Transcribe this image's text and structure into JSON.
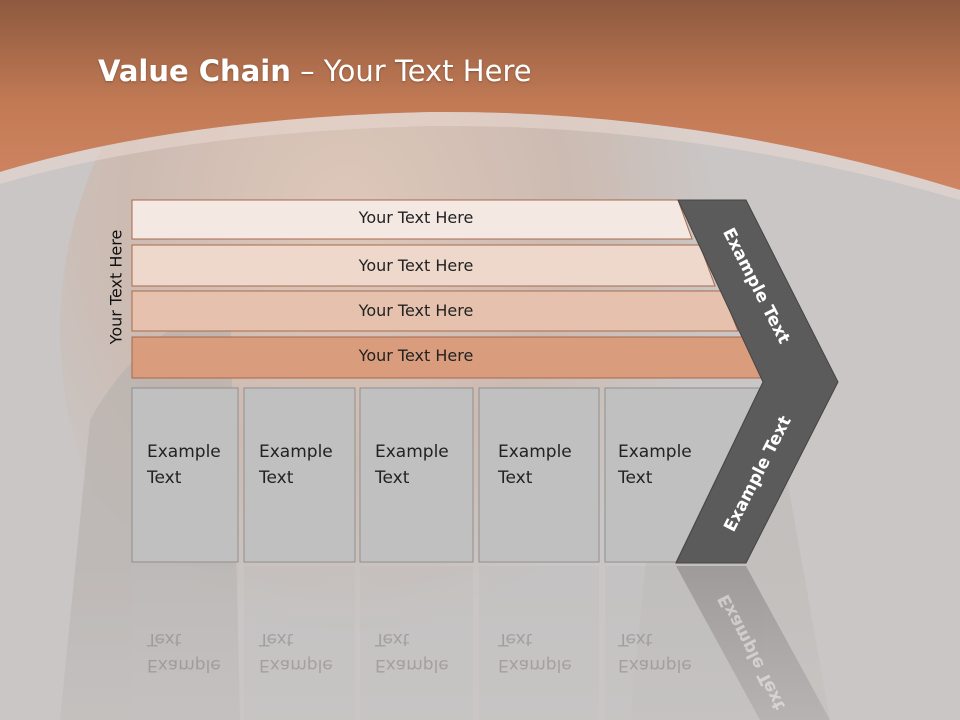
{
  "slide": {
    "title_bold": "Value Chain",
    "title_rest": " – Your Text Here",
    "side_label": "Your Text Here"
  },
  "bands": [
    "Your Text Here",
    "Your Text Here",
    "Your Text Here",
    "Your Text Here"
  ],
  "cells": [
    {
      "line1": "Example",
      "line2": "Text"
    },
    {
      "line1": "Example",
      "line2": "Text"
    },
    {
      "line1": "Example",
      "line2": "Text"
    },
    {
      "line1": "Example",
      "line2": "Text"
    },
    {
      "line1": "Example",
      "line2": "Text"
    }
  ],
  "chevron": {
    "upper_text": "Example Text",
    "lower_text": "Example Text"
  },
  "colors": {
    "header": "#c27a55",
    "background": "#c9c6c5",
    "band_1": "#f4e8e3",
    "band_2": "#eed8cc",
    "band_3": "#e6c2ae",
    "band_4": "#d99c7c",
    "cell": "#c0c0c0",
    "chevron": "#5b5b5b"
  }
}
